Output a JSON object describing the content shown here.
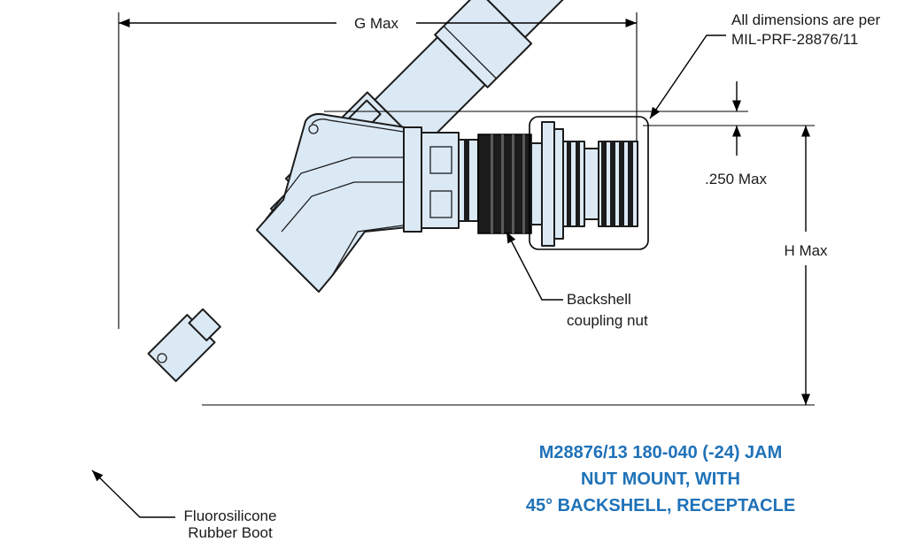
{
  "labels": {
    "g_max": "G Max",
    "h_max": "H Max",
    "dim_250": ".250 Max",
    "note_line1": "All dimensions are per",
    "note_line2": "MIL-PRF-28876/11",
    "coupling_line1": "Backshell",
    "coupling_line2": "coupling nut",
    "boot_line1": "Fluorosilicone",
    "boot_line2": "Rubber Boot"
  },
  "title": {
    "line1": "M28876/13 180-040 (-24) JAM",
    "line2": "NUT MOUNT,  WITH",
    "line3": "45°  BACKSHELL, RECEPTACLE"
  },
  "colors": {
    "part_fill": "#dbe9f5",
    "part_dark": "#1c1c1c",
    "title": "#1f72b8",
    "line": "#000000"
  }
}
